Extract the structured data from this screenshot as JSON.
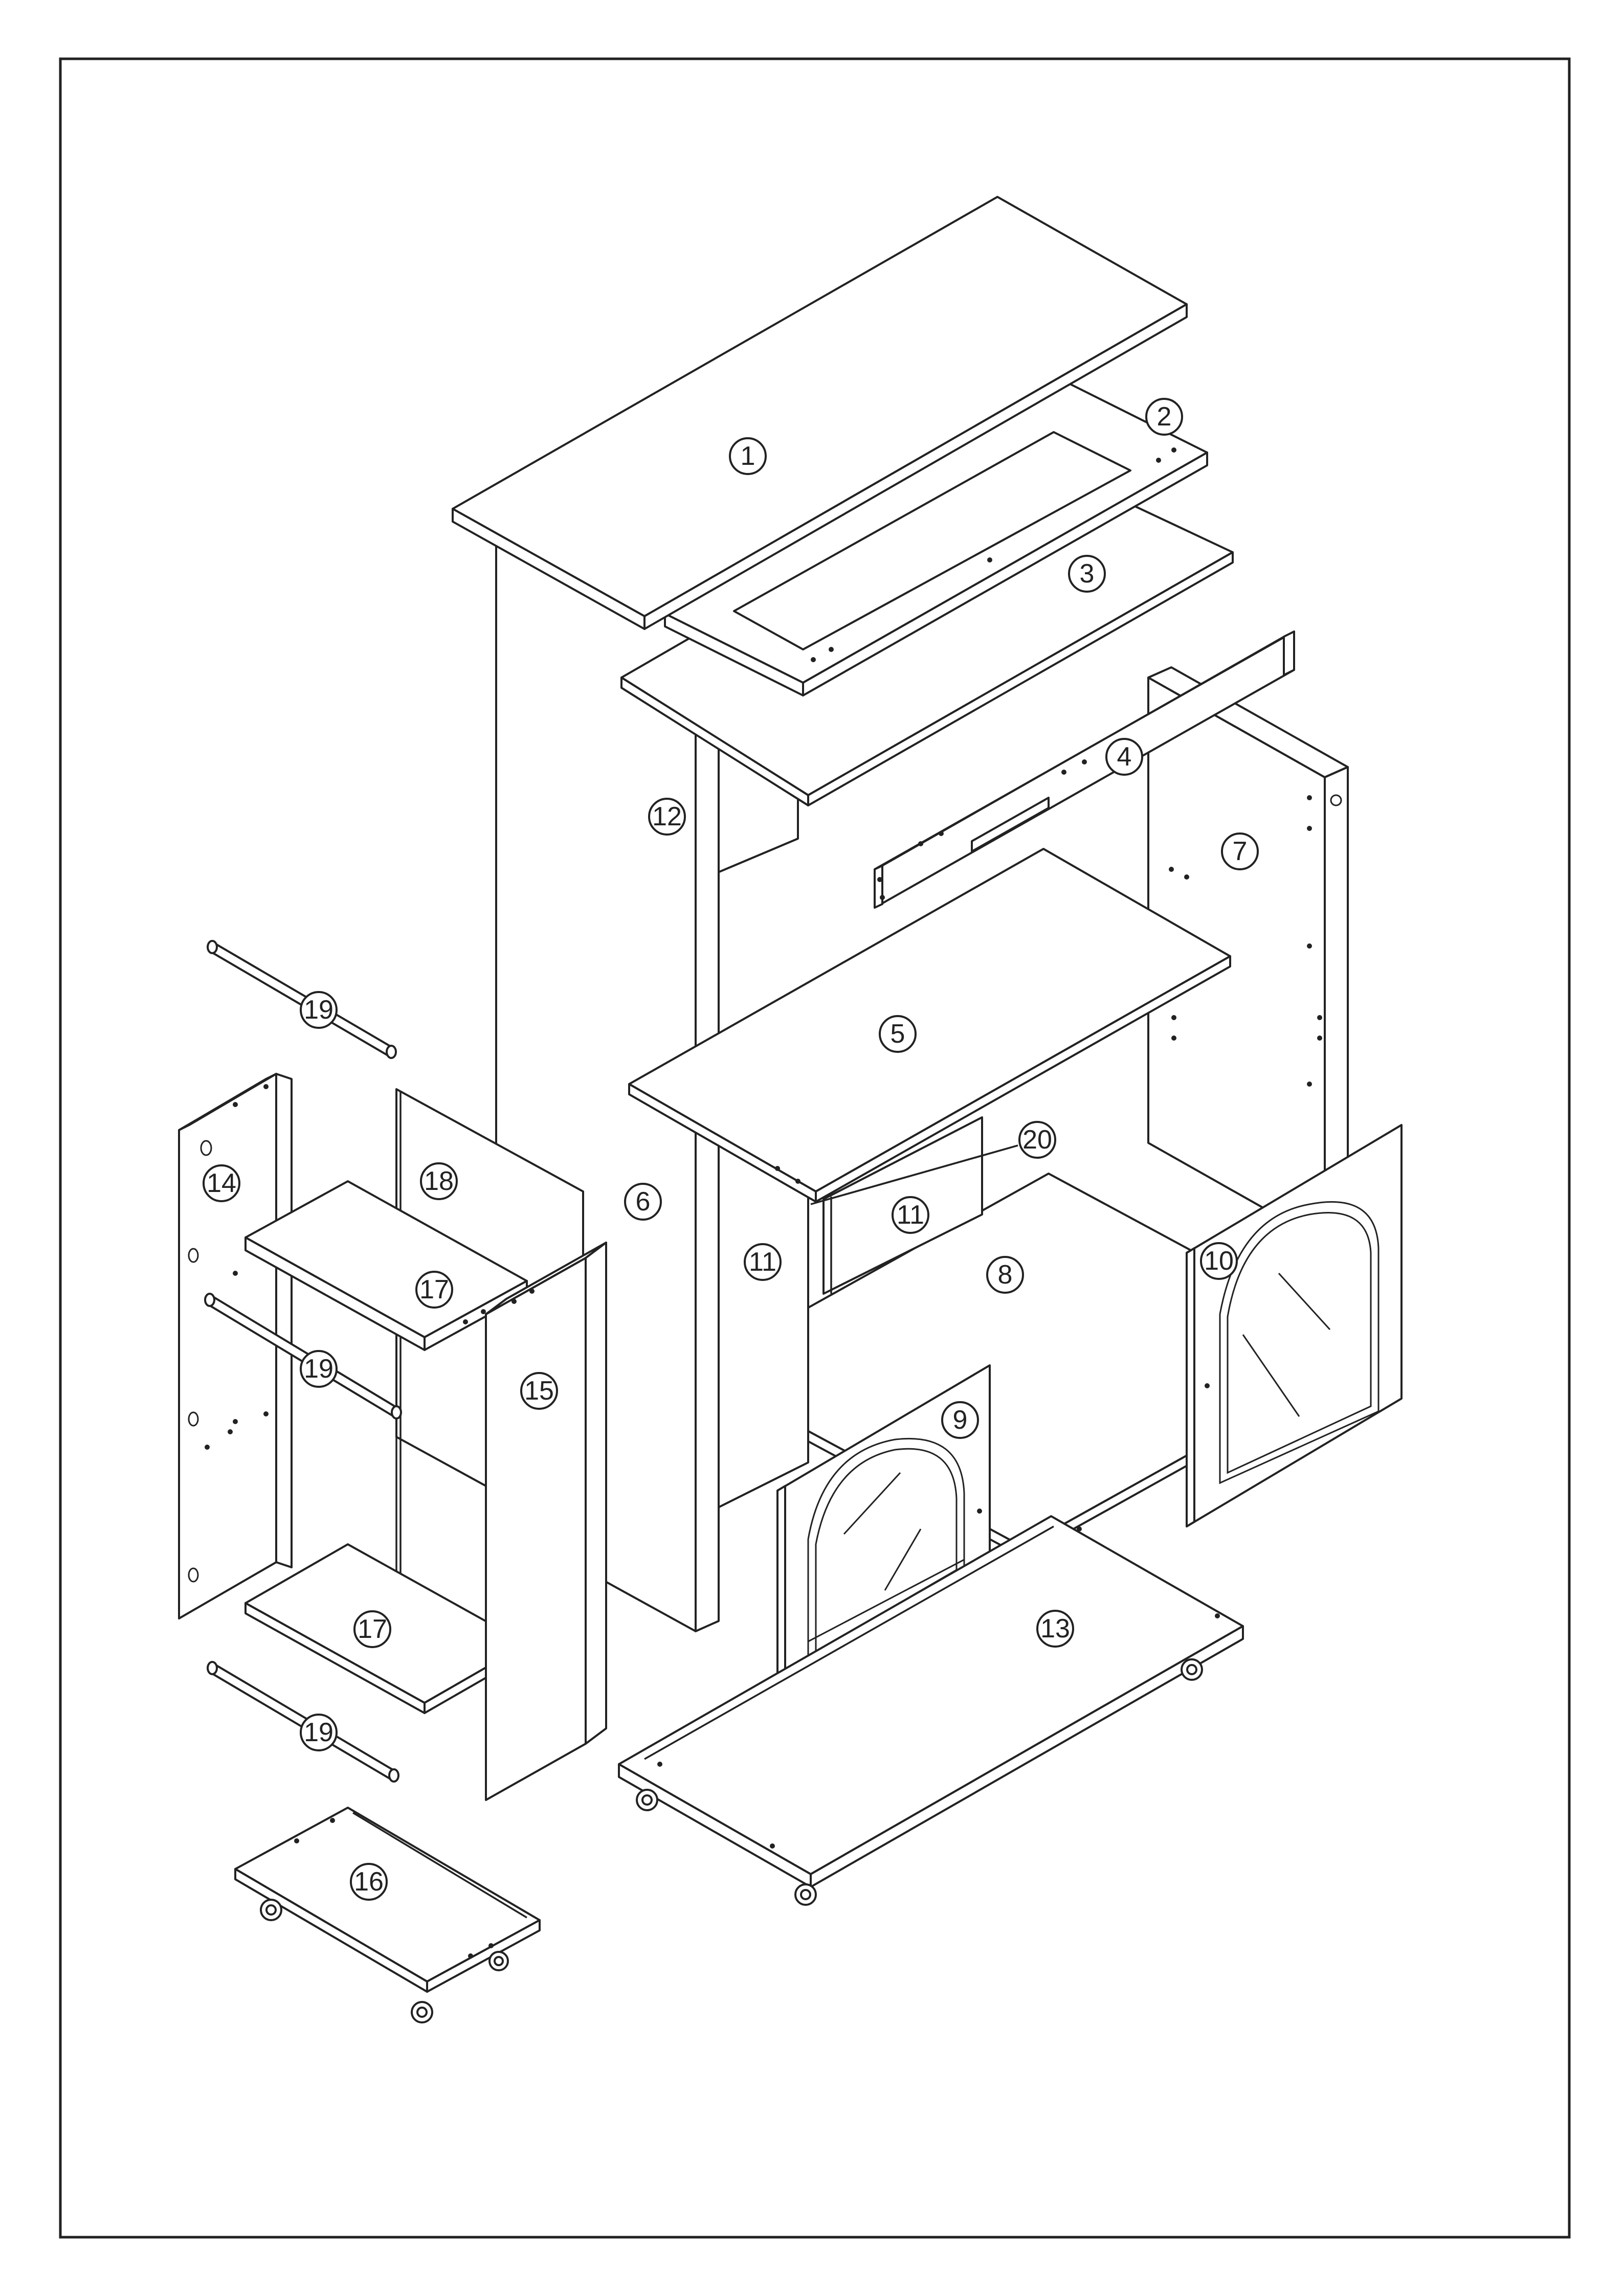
{
  "diagram": {
    "kind": "exploded-assembly",
    "parts": [
      {
        "id": "1",
        "label": "1"
      },
      {
        "id": "2",
        "label": "2"
      },
      {
        "id": "3",
        "label": "3"
      },
      {
        "id": "4",
        "label": "4"
      },
      {
        "id": "5",
        "label": "5"
      },
      {
        "id": "6",
        "label": "6"
      },
      {
        "id": "7",
        "label": "7"
      },
      {
        "id": "8",
        "label": "8"
      },
      {
        "id": "9",
        "label": "9"
      },
      {
        "id": "10",
        "label": "10"
      },
      {
        "id": "11a",
        "label": "11"
      },
      {
        "id": "11b",
        "label": "11"
      },
      {
        "id": "12",
        "label": "12"
      },
      {
        "id": "13",
        "label": "13"
      },
      {
        "id": "14",
        "label": "14"
      },
      {
        "id": "15",
        "label": "15"
      },
      {
        "id": "16",
        "label": "16"
      },
      {
        "id": "17a",
        "label": "17"
      },
      {
        "id": "17b",
        "label": "17"
      },
      {
        "id": "18",
        "label": "18"
      },
      {
        "id": "19a",
        "label": "19"
      },
      {
        "id": "19b",
        "label": "19"
      },
      {
        "id": "19c",
        "label": "19"
      },
      {
        "id": "20",
        "label": "20"
      }
    ]
  }
}
